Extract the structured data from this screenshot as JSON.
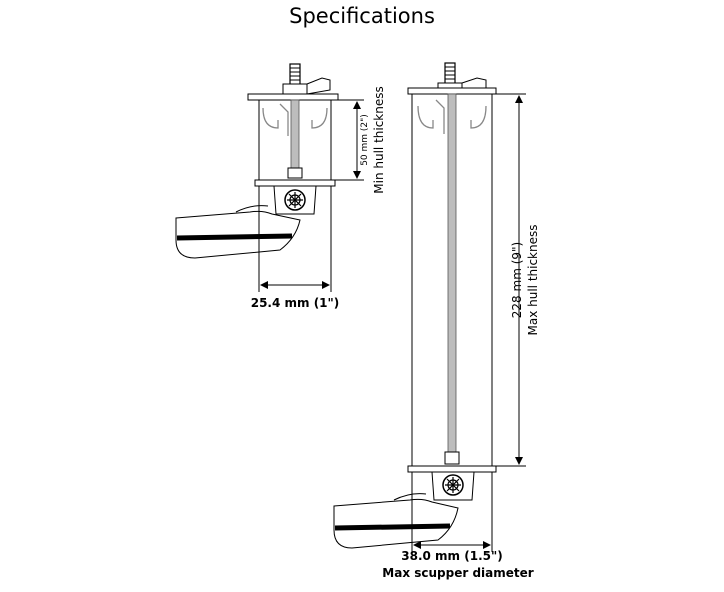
{
  "title": "Specifications",
  "small_transducer": {
    "min_hull_thickness_value": "50 mm (2\")",
    "min_hull_thickness_label": "Min hull thickness",
    "width_label": "25.4 mm (1\")"
  },
  "large_transducer": {
    "max_hull_thickness_value": "228 mm (9\")",
    "max_hull_thickness_label": "Max hull thickness",
    "width_label": "38.0 mm (1.5\")",
    "width_caption": "Max scupper diameter"
  }
}
